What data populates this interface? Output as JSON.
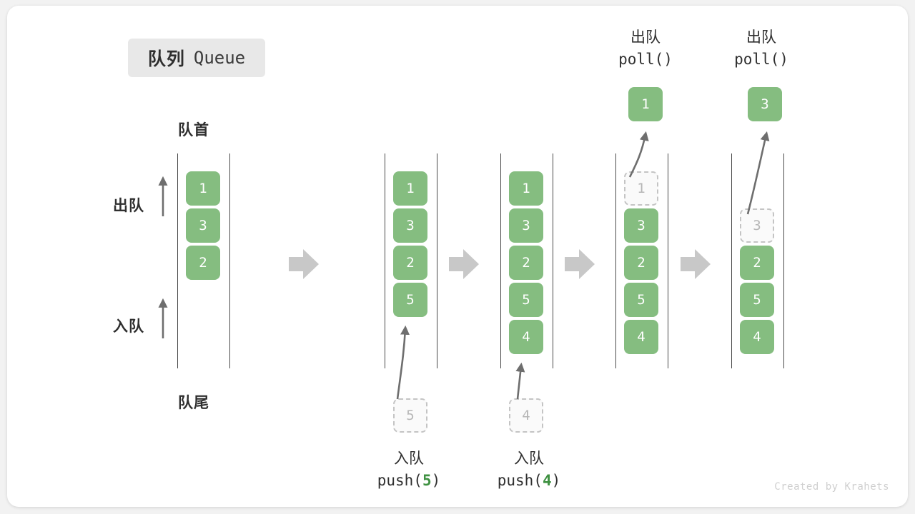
{
  "title": {
    "cn": "队列",
    "en": "Queue"
  },
  "labels": {
    "head": "队首",
    "tail": "队尾",
    "dequeue_side": "出队",
    "enqueue_side": "入队"
  },
  "watermark": "Created by Krahets",
  "colors": {
    "cell_fill": "#85bd80",
    "cell_text": "#ffffff",
    "ghost_border": "#c4c4c4",
    "ghost_text": "#b6b6b6",
    "rail": "#4a4a4a",
    "arrow": "#6e6e6e",
    "separator": "#c8c8c8",
    "accent_number": "#3f9142",
    "badge_bg": "#e8e8e8",
    "card_bg": "#ffffff",
    "page_bg": "#f2f2f2"
  },
  "operations": [
    {
      "cn": "入队",
      "code_prefix": "push(",
      "code_num": "5",
      "code_suffix": ")"
    },
    {
      "cn": "入队",
      "code_prefix": "push(",
      "code_num": "4",
      "code_suffix": ")"
    },
    {
      "cn": "出队",
      "code_prefix": "poll(",
      "code_num": "",
      "code_suffix": ")"
    },
    {
      "cn": "出队",
      "code_prefix": "poll(",
      "code_num": "",
      "code_suffix": ")"
    }
  ],
  "columns": [
    {
      "id": "initial",
      "cells": [
        {
          "value": "1",
          "state": "filled"
        },
        {
          "value": "3",
          "state": "filled"
        },
        {
          "value": "2",
          "state": "filled"
        }
      ],
      "incoming": null,
      "popped": null
    },
    {
      "id": "after-push-5",
      "cells": [
        {
          "value": "1",
          "state": "filled"
        },
        {
          "value": "3",
          "state": "filled"
        },
        {
          "value": "2",
          "state": "filled"
        },
        {
          "value": "5",
          "state": "filled"
        }
      ],
      "incoming": {
        "value": "5",
        "state": "ghost"
      },
      "popped": null
    },
    {
      "id": "after-push-4",
      "cells": [
        {
          "value": "1",
          "state": "filled"
        },
        {
          "value": "3",
          "state": "filled"
        },
        {
          "value": "2",
          "state": "filled"
        },
        {
          "value": "5",
          "state": "filled"
        },
        {
          "value": "4",
          "state": "filled"
        }
      ],
      "incoming": {
        "value": "4",
        "state": "ghost"
      },
      "popped": null
    },
    {
      "id": "after-poll-1",
      "cells": [
        {
          "value": "1",
          "state": "ghost"
        },
        {
          "value": "3",
          "state": "filled"
        },
        {
          "value": "2",
          "state": "filled"
        },
        {
          "value": "5",
          "state": "filled"
        },
        {
          "value": "4",
          "state": "filled"
        }
      ],
      "incoming": null,
      "popped": {
        "value": "1"
      }
    },
    {
      "id": "after-poll-3",
      "cells": [
        {
          "value": "",
          "state": "empty"
        },
        {
          "value": "3",
          "state": "ghost"
        },
        {
          "value": "2",
          "state": "filled"
        },
        {
          "value": "5",
          "state": "filled"
        },
        {
          "value": "4",
          "state": "filled"
        }
      ],
      "incoming": null,
      "popped": {
        "value": "3"
      }
    }
  ]
}
